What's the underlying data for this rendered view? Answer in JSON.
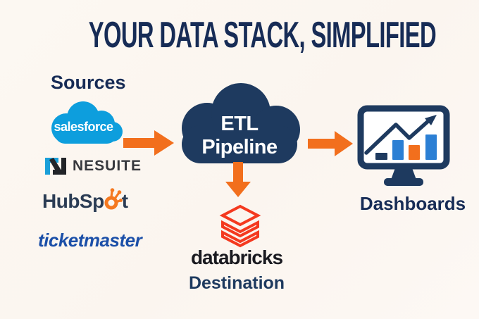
{
  "title": "YOUR DATA STACK, SIMPLIFIED",
  "sources": {
    "label": "Sources",
    "salesforce_text": "salesforce",
    "netsuite_text": "NESUITE",
    "hubspot_text_pre": "HubSp",
    "hubspot_text_post": "t",
    "ticketmaster_text": "ticketmaster"
  },
  "pipeline": {
    "title_line1": "ETL",
    "title_line2": "Pipeline"
  },
  "destination": {
    "brand": "databricks",
    "label": "Destination"
  },
  "dashboards": {
    "label": "Dashboards"
  },
  "colors": {
    "background": "#fbf5ef",
    "navy": "#1e3a5f",
    "title_navy": "#172c56",
    "arrow_orange": "#f26f1d",
    "salesforce_blue": "#0d9edd",
    "netsuite_blue": "#1a9fd9",
    "hubspot_orange": "#f57920",
    "ticketmaster_blue": "#1b4fa8",
    "databricks_red": "#f4391f",
    "chart_bar_blue": "#2b7fd4"
  }
}
